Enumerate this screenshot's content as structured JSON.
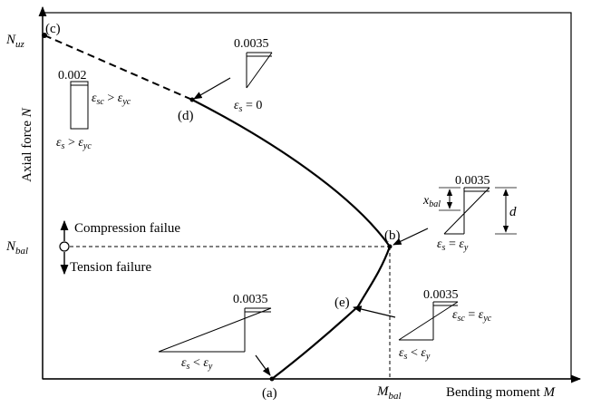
{
  "axes": {
    "y_label": "Axial force",
    "y_symbol": "N",
    "x_label": "Bending moment",
    "x_symbol": "M",
    "n_uz_base": "N",
    "n_uz_sub": "uz",
    "n_bal_base": "N",
    "n_bal_sub": "bal",
    "m_bal_base": "M",
    "m_bal_sub": "bal"
  },
  "points": {
    "a": "(a)",
    "b": "(b)",
    "c": "(c)",
    "d": "(d)",
    "e": "(e)"
  },
  "regions": {
    "compression": "Compression failue",
    "tension": "Tension failure"
  },
  "strain_diagrams": {
    "c": {
      "top_value": "0.002",
      "inner": "ε",
      "inner_sub": "sc",
      "inner_op": " > ",
      "inner_rhs": "ε",
      "inner_rhs_sub": "yc",
      "bottom": "ε",
      "bottom_sub": "s",
      "bottom_op": " > ",
      "bottom_rhs": "ε",
      "bottom_rhs_sub": "yc"
    },
    "d": {
      "top_value": "0.0035",
      "bottom": "ε",
      "bottom_sub": "s",
      "bottom_rest": " = 0"
    },
    "b": {
      "top_value": "0.0035",
      "x_label": "x",
      "x_sub": "bal",
      "d_label": "d",
      "bottom": "ε",
      "bottom_sub": "s",
      "bottom_op": " = ",
      "bottom_rhs": "ε",
      "bottom_rhs_sub": "y"
    },
    "e": {
      "top_value": "0.0035",
      "inner": "ε",
      "inner_sub": "sc",
      "inner_op": " = ",
      "inner_rhs": "ε",
      "inner_rhs_sub": "yc",
      "bottom": "ε",
      "bottom_sub": "s",
      "bottom_op": " < ",
      "bottom_rhs": "ε",
      "bottom_rhs_sub": "y"
    },
    "a": {
      "top_value": "0.0035",
      "bottom": "ε",
      "bottom_sub": "s",
      "bottom_op": " < ",
      "bottom_rhs": "ε",
      "bottom_rhs_sub": "y"
    }
  }
}
